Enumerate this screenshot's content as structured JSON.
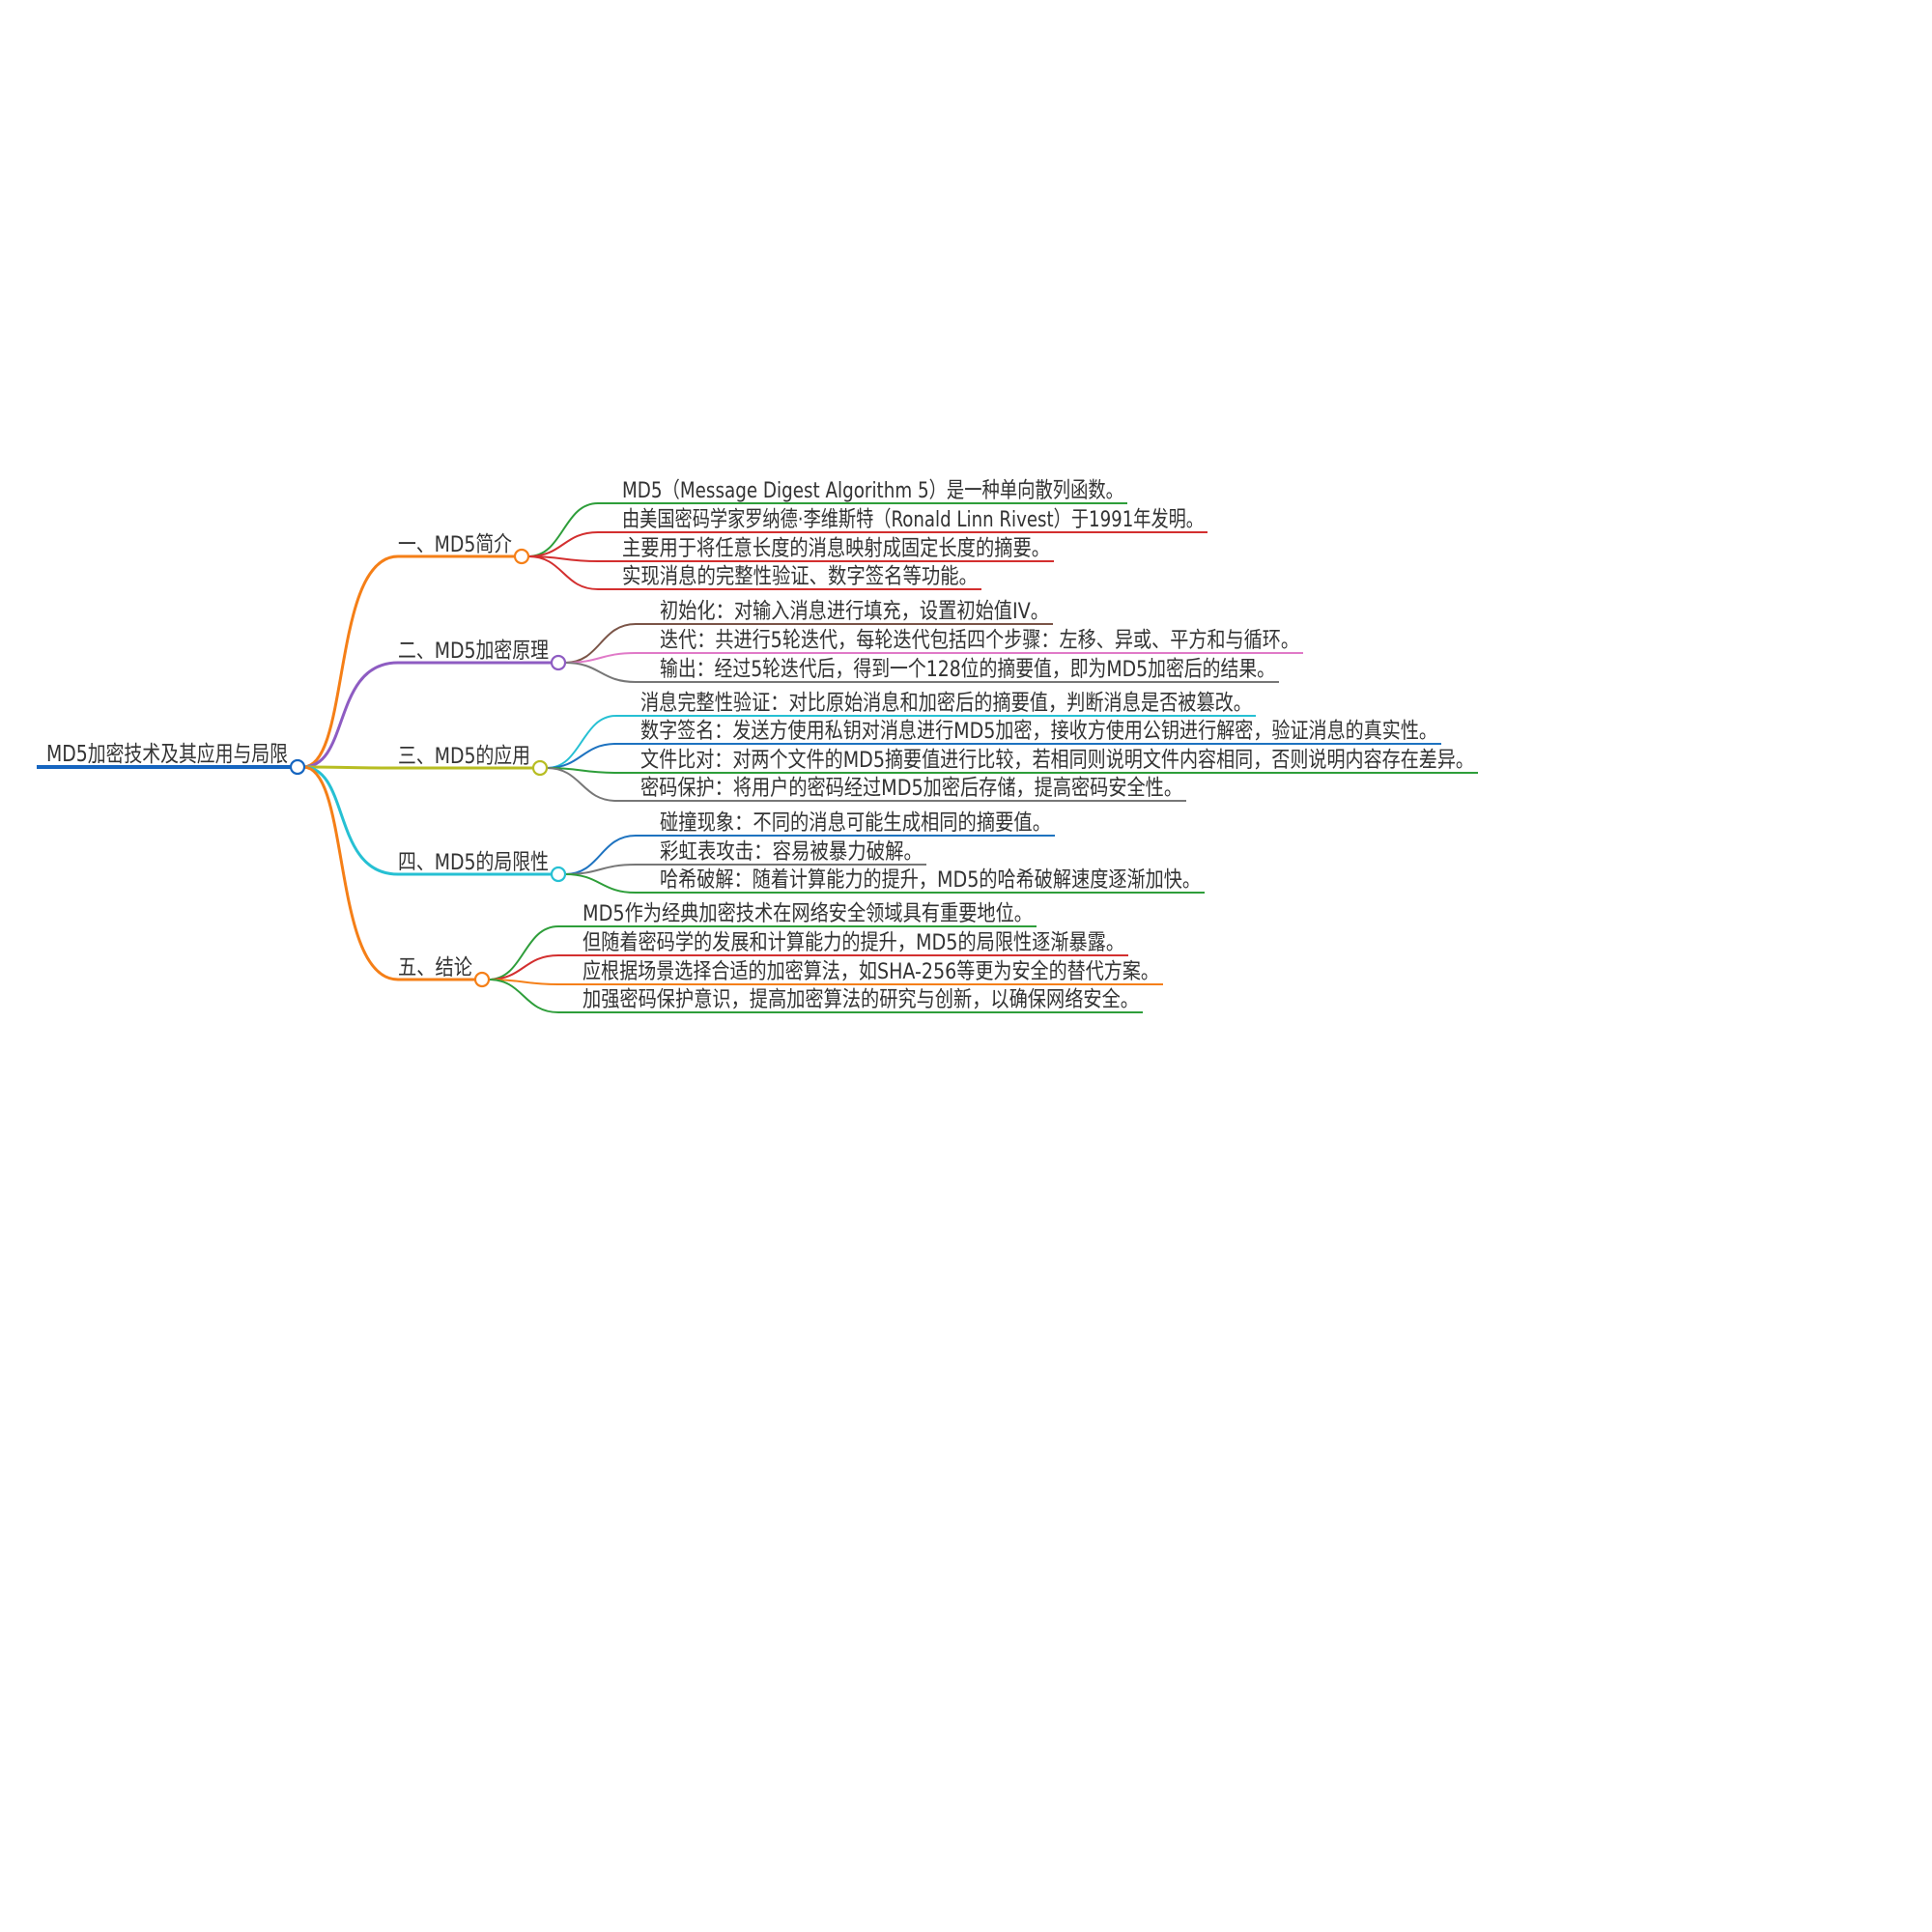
{
  "root": {
    "label": "MD5加密技术及其应用与局限",
    "color": "#1565c0"
  },
  "branches": [
    {
      "label": "一、MD5简介",
      "color": "#f57f17",
      "leaves": [
        {
          "label": "MD5（Message Digest Algorithm 5）是一种单向散列函数。",
          "color": "#2e9e3a"
        },
        {
          "label": "由美国密码学家罗纳德·李维斯特（Ronald Linn Rivest）于1991年发明。",
          "color": "#d32f2f"
        },
        {
          "label": "主要用于将任意长度的消息映射成固定长度的摘要。",
          "color": "#d32f2f"
        },
        {
          "label": "实现消息的完整性验证、数字签名等功能。",
          "color": "#d32f2f"
        }
      ]
    },
    {
      "label": "二、MD5加密原理",
      "color": "#8e5cc2",
      "leaves": [
        {
          "label": "初始化：对输入消息进行填充，设置初始值IV。",
          "color": "#7b5548"
        },
        {
          "label": "迭代：共进行5轮迭代，每轮迭代包括四个步骤：左移、异或、平方和与循环。",
          "color": "#e07ac8"
        },
        {
          "label": "输出：经过5轮迭代后，得到一个128位的摘要值，即为MD5加密后的结果。",
          "color": "#777777"
        }
      ]
    },
    {
      "label": "三、MD5的应用",
      "color": "#b7bd22",
      "leaves": [
        {
          "label": "消息完整性验证：对比原始消息和加密后的摘要值，判断消息是否被篡改。",
          "color": "#26c0d3"
        },
        {
          "label": "数字签名：发送方使用私钥对消息进行MD5加密，接收方使用公钥进行解密，验证消息的真实性。",
          "color": "#1e73c0"
        },
        {
          "label": "文件比对：对两个文件的MD5摘要值进行比较，若相同则说明文件内容相同，否则说明内容存在差异。",
          "color": "#2e9e3a"
        },
        {
          "label": "密码保护：将用户的密码经过MD5加密后存储，提高密码安全性。",
          "color": "#777777"
        }
      ]
    },
    {
      "label": "四、MD5的局限性",
      "color": "#26c0d3",
      "leaves": [
        {
          "label": "碰撞现象：不同的消息可能生成相同的摘要值。",
          "color": "#1e73c0"
        },
        {
          "label": "彩虹表攻击：容易被暴力破解。",
          "color": "#777777"
        },
        {
          "label": "哈希破解：随着计算能力的提升，MD5的哈希破解速度逐渐加快。",
          "color": "#2e9e3a"
        }
      ]
    },
    {
      "label": "五、结论",
      "color": "#f57f17",
      "leaves": [
        {
          "label": "MD5作为经典加密技术在网络安全领域具有重要地位。",
          "color": "#2e9e3a"
        },
        {
          "label": "但随着密码学的发展和计算能力的提升，MD5的局限性逐渐暴露。",
          "color": "#d32f2f"
        },
        {
          "label": "应根据场景选择合适的加密算法，如SHA-256等更为安全的替代方案。",
          "color": "#f57f17"
        },
        {
          "label": "加强密码保护意识，提高加密算法的研究与创新，以确保网络安全。",
          "color": "#2e9e3a"
        }
      ]
    }
  ]
}
